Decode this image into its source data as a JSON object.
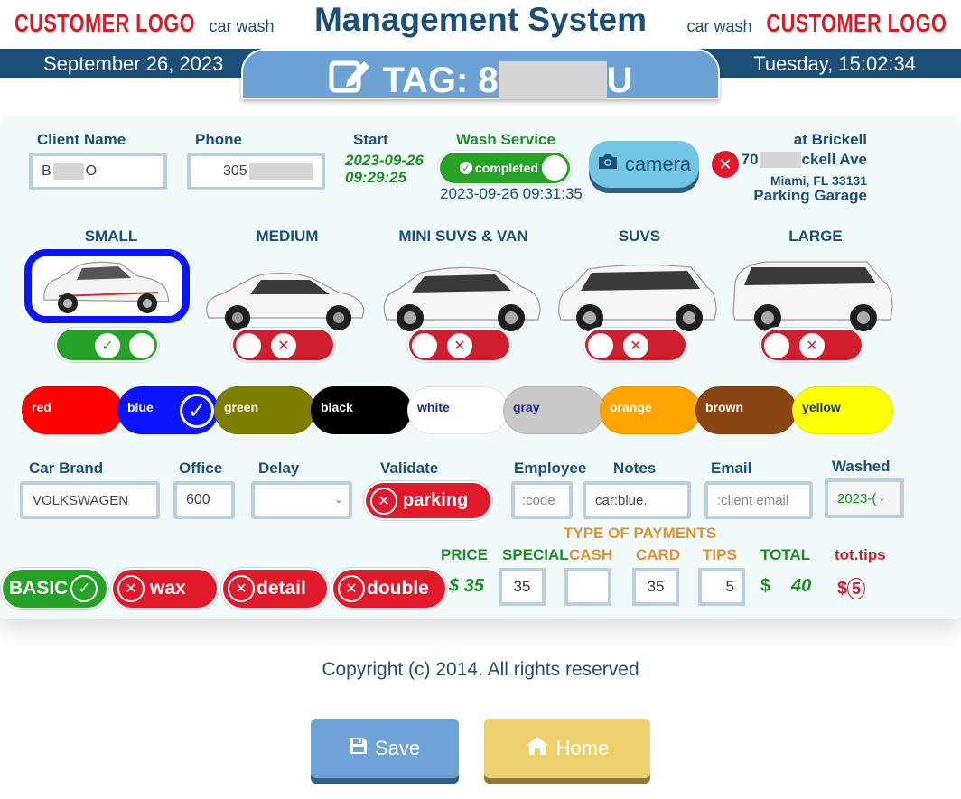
{
  "header": {
    "logo_text": "CUSTOMER LOGO",
    "logo_sub": "car wash",
    "title": "Management System",
    "date": "September 26, 2023",
    "clock": "Tuesday, 15:02:34",
    "tag_prefix": "TAG: 8",
    "tag_suffix": "U"
  },
  "client": {
    "name_label": "Client Name",
    "name_start": "B",
    "name_end": "O",
    "phone_label": "Phone",
    "phone_value": "305",
    "start_label": "Start",
    "start_date": "2023-09-26",
    "start_time": "09:29:25",
    "wash_label": "Wash Service",
    "wash_status": "completed",
    "wash_time": "2023-09-26 09:31:35",
    "camera_label": "camera",
    "addr_line1": "at Brickell",
    "addr_line2a": "70",
    "addr_line2b": "ckell Ave",
    "addr_line3": "Miami, FL 33131",
    "addr_line4": "Parking Garage"
  },
  "sizes": [
    {
      "label": "SMALL",
      "selected": true
    },
    {
      "label": "MEDIUM",
      "selected": false
    },
    {
      "label": "MINI SUVS & VAN",
      "selected": false
    },
    {
      "label": "SUVS",
      "selected": false
    },
    {
      "label": "LARGE",
      "selected": false
    }
  ],
  "colors": [
    {
      "label": "red",
      "bg": "#ff0000",
      "fg": "#ffffff"
    },
    {
      "label": "blue",
      "bg": "#0a14ff",
      "fg": "#ffffff"
    },
    {
      "label": "green",
      "bg": "#7d7d00",
      "fg": "#ffffff"
    },
    {
      "label": "black",
      "bg": "#000000",
      "fg": "#ffffff"
    },
    {
      "label": "white",
      "bg": "#ffffff",
      "fg": "#1a2a8a"
    },
    {
      "label": "gray",
      "bg": "#c9c9c9",
      "fg": "#1a2a8a"
    },
    {
      "label": "orange",
      "bg": "#ffa500",
      "fg": "#ffffff"
    },
    {
      "label": "brown",
      "bg": "#8b4513",
      "fg": "#ffffff"
    },
    {
      "label": "yellow",
      "bg": "#ffff00",
      "fg": "#1a2a8a"
    }
  ],
  "details": {
    "brand_label": "Car Brand",
    "brand_value": "VOLKSWAGEN",
    "office_label": "Office",
    "office_value": "600",
    "delay_label": "Delay",
    "validate_label": "Validate",
    "parking_label": "parking",
    "employee_label": "Employee",
    "employee_placeholder": ":code",
    "notes_label": "Notes",
    "notes_value": "car:blue.",
    "email_label": "Email",
    "email_placeholder": ":client email",
    "washed_label": "Washed",
    "washed_value": "2023-("
  },
  "payments": {
    "type_label": "TYPE OF PAYMENTS",
    "price_label": "PRICE",
    "special_label": "SPECIAL",
    "cash_label": "CASH",
    "card_label": "CARD",
    "tips_label": "TIPS",
    "total_label": "TOTAL",
    "tottips_label": "tot.tips",
    "price_value": "$ 35",
    "special_value": "35",
    "cash_value": "",
    "card_value": "35",
    "tips_value": "5",
    "total_currency": "$",
    "total_value": "40",
    "tottips_currency": "$",
    "tottips_value": "5"
  },
  "services": [
    {
      "label": "BASIC",
      "active": true
    },
    {
      "label": "wax",
      "active": false
    },
    {
      "label": "detail",
      "active": false
    },
    {
      "label": "double",
      "active": false
    }
  ],
  "footer": {
    "copyright": "Copyright (c) 2014. All rights reserved",
    "save_label": "Save",
    "home_label": "Home"
  }
}
